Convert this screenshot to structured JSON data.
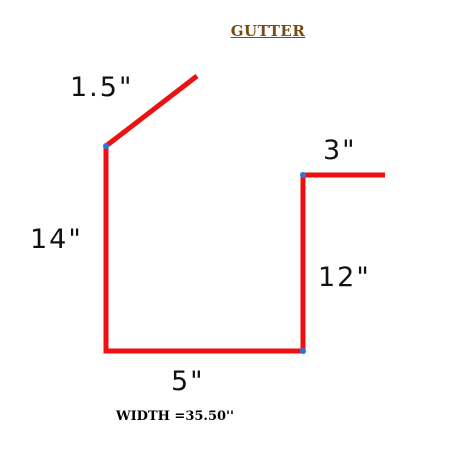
{
  "title": "GUTTER",
  "dimensions": {
    "top_flange": "1.5\"",
    "left_side": "14\"",
    "bottom": "5\"",
    "right_side": "12\"",
    "right_flange": "3\""
  },
  "width_note": "WIDTH  =35.50''",
  "colors": {
    "title": "#7a4a12",
    "profile": "#ee1111",
    "corner_dot": "#2a78d6",
    "label": "#111111"
  }
}
